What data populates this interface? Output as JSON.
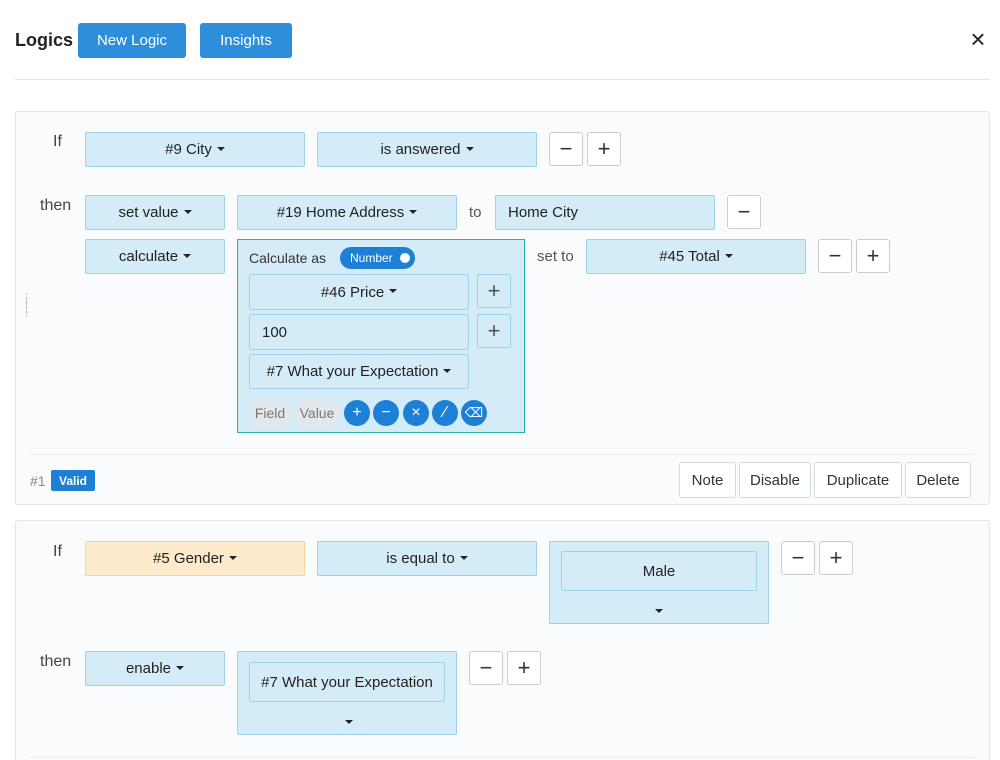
{
  "header": {
    "title": "Logics",
    "new_logic": "New Logic",
    "insights": "Insights",
    "close_icon": "close-icon"
  },
  "rule1": {
    "if_label": "If",
    "field": "#9 City",
    "operator": "is answered",
    "then_label": "then",
    "action1": {
      "type": "set value",
      "target": "#19 Home Address",
      "to_label": "to",
      "value": "Home City"
    },
    "action2": {
      "type": "calculate",
      "calc_label": "Calculate as",
      "toggle_label": "Number",
      "items": [
        "#46 Price",
        "100",
        "#7 What your Expectation"
      ],
      "field_pill": "Field",
      "value_pill": "Value",
      "set_to_label": "set to",
      "result": "#45 Total"
    },
    "footer": {
      "number": "#1",
      "status": "Valid",
      "note": "Note",
      "disable": "Disable",
      "duplicate": "Duplicate",
      "delete": "Delete"
    }
  },
  "rule2": {
    "if_label": "If",
    "field": "#5 Gender",
    "operator": "is equal to",
    "value": "Male",
    "then_label": "then",
    "action": "enable",
    "target": "#7 What your Expectation"
  },
  "symbols": {
    "minus": "−",
    "plus": "+",
    "times": "×",
    "slash": "⁄",
    "backspace": "⌫"
  },
  "colors": {
    "accent": "#2d8fdc",
    "field_bg": "#d4ecf7",
    "orange_field_bg": "#fdebcb",
    "calc_border": "#25b5a8"
  }
}
